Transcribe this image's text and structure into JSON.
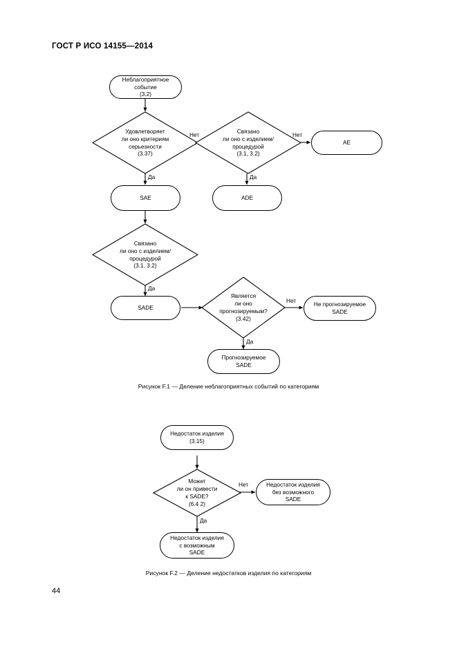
{
  "document": {
    "header": "ГОСТ Р ИСО 14155—2014",
    "page_number": "44"
  },
  "figure1": {
    "caption": "Рисунок F.1 — Деление неблагоприятных событий по категориям",
    "nodes": {
      "adverse_event": "Неблагоприятное\nсобытие\n(3.2)",
      "seriousness_criteria": "Удовлетворяет\nли оно критериям\nсерьезности\n(3.37)",
      "related_device_1": "Связано\nли оно с изделием/\nпроцедурой\n(3.1, 3.2)",
      "ae": "AE",
      "sae": "SAE",
      "ade": "ADE",
      "related_device_2": "Связано\nли оно с изделием/\nпроцедурой\n(3.1. 3.2)",
      "sade": "SADE",
      "anticipated": "Является\nли оно\nпрогнозируемым?\n(3.42)",
      "usade": "Не прогнозируемое\nSADE",
      "asade": "Прогнозируемое\nSADE"
    },
    "edges": {
      "no_1": "Нет",
      "no_2": "Нет",
      "no_3": "Нет",
      "yes_1": "Да",
      "yes_2": "Да",
      "yes_3": "Да",
      "yes_4": "Да"
    }
  },
  "figure2": {
    "caption": "Рисунок F.2 — Деление недостатков изделия по категориям",
    "nodes": {
      "device_deficiency": "Недостаток изделия\n(3.15)",
      "could_lead_to_sade": "Может\nли он привести\nк SADE?\n(6.4 2)",
      "without_possible_sade": "Недостаток изделия\nбез возможного\nSADE",
      "with_possible_sade": "Недостаток изделия\nс возможным\nSADE"
    },
    "edges": {
      "no_1": "Нет",
      "yes_1": "Да"
    }
  },
  "colors": {
    "stroke": "#000000",
    "background": "#ffffff",
    "text": "#000000"
  }
}
